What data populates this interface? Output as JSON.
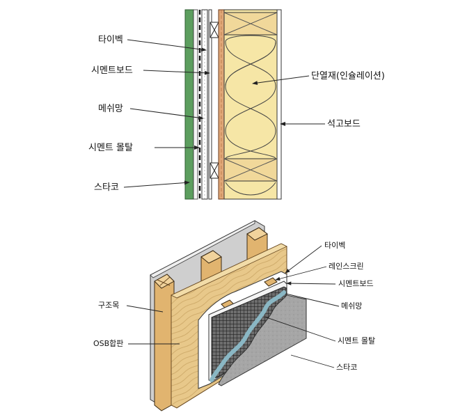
{
  "section_wall": {
    "labels": {
      "tyvek": "타이벡",
      "cement_board": "시멘트보드",
      "mesh": "메쉬망",
      "cement_mortar": "시멘트 몰탈",
      "stucco": "스타코",
      "insulation": "단열재(인슐레이션)",
      "gypsum_board": "석고보드"
    }
  },
  "wall_3d": {
    "labels": {
      "tyvek": "타이벡",
      "rainscreen": "레인스크린",
      "cement_board": "시멘트보드",
      "mesh": "메쉬망",
      "cement_mortar": "시멘트 몰탈",
      "stucco": "스타코",
      "framing": "구조목",
      "osb": "OSB합판"
    }
  },
  "colors": {
    "stucco_green": "#5c9e5e",
    "insulation_yellow": "#f6e6a6",
    "wood_brown": "#d9a66c",
    "osb_tan": "#e9c98d",
    "cement_gray": "#a4a4a4",
    "mortar_blue": "#8ab7c4"
  }
}
